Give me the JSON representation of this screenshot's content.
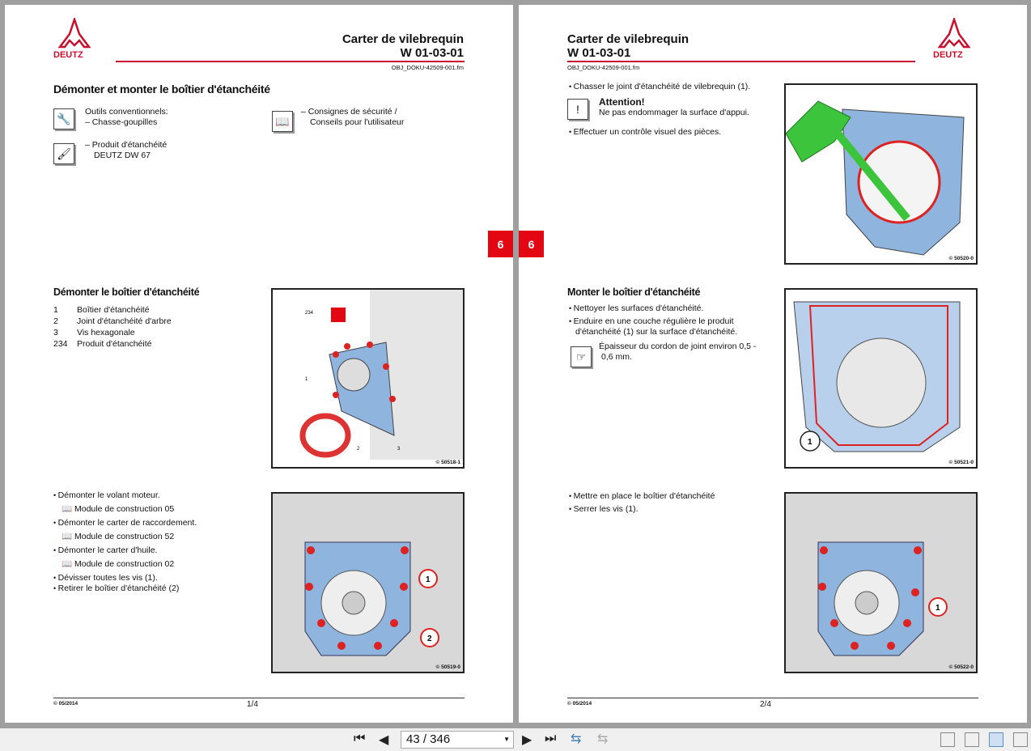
{
  "brand": "DEUTZ",
  "colors": {
    "accent": "#c8102e",
    "tab": "#e30613"
  },
  "left_page": {
    "title": "Carter de vilebrequin",
    "code": "W 01-03-01",
    "file": "OBJ_DOKU-42509-001.fm",
    "heading": "Démonter et monter le boîtier d'étanchéité",
    "tools": {
      "line1": "Outils conventionnels:",
      "line2": "– Chasse-goupilles"
    },
    "safety": {
      "line1": "– Consignes de sécurité /",
      "line2": "Conseils pour l'utilisateur"
    },
    "sealant": {
      "line1": "– Produit d'étanchéité",
      "line2": "DEUTZ DW 67"
    },
    "section": "Démonter le boîtier d'étanchéité",
    "legend": [
      {
        "n": "1",
        "t": "Boîtier d'étanchéité"
      },
      {
        "n": "2",
        "t": "Joint d'étanchéité d'arbre"
      },
      {
        "n": "3",
        "t": "Vis hexagonale"
      },
      {
        "n": "234",
        "t": "Produit d'étanchéité"
      }
    ],
    "steps": [
      {
        "t": "Démonter le volant moteur.",
        "ref": "Module de construction  05"
      },
      {
        "t": "Démonter le carter de raccordement.",
        "ref": "Module de construction  52"
      },
      {
        "t": "Démonter le carter d'huile.",
        "ref": "Module de construction  02"
      },
      {
        "t": "Dévisser toutes les vis (1)."
      },
      {
        "t": "Retirer le boîtier d'étanchéité (2)"
      }
    ],
    "fig1": {
      "id": "© 50518-1",
      "labels": [
        "234",
        "1",
        "2",
        "3"
      ]
    },
    "fig2": {
      "id": "© 50519-0",
      "labels": [
        "1",
        "2"
      ]
    },
    "tab": "6",
    "date": "© 05/2014",
    "page": "1/4"
  },
  "right_page": {
    "title": "Carter de vilebrequin",
    "code": "W 01-03-01",
    "file": "OBJ_DOKU-42509-001.fm",
    "step1": "Chasser le joint d'étanchéité de vilebrequin (1).",
    "attention_title": "Attention!",
    "attention_text": "Ne pas endommager la surface d'appui.",
    "step2": "Effectuer un contrôle visuel des pièces.",
    "section": "Monter le boîtier d'étanchéité",
    "step3": "Nettoyer les surfaces d'étanchéité.",
    "step4a": "Enduire en une couche régulière le produit",
    "step4b": "d'étanchéité (1) sur la surface d'étanchéité.",
    "note1": "Épaisseur du cordon de joint environ 0,5 -",
    "note2": "0,6 mm.",
    "step5": "Mettre en place le boîtier d'étanchéité",
    "step6": "Serrer les vis (1).",
    "fig3": {
      "id": "© 50520-0"
    },
    "fig4": {
      "id": "© 50521-0",
      "label": "1"
    },
    "fig5": {
      "id": "© 50522-0",
      "label": "1"
    },
    "tab": "6",
    "date": "© 05/2014",
    "page": "2/4"
  },
  "toolbar": {
    "page_value": "43 / 346"
  }
}
